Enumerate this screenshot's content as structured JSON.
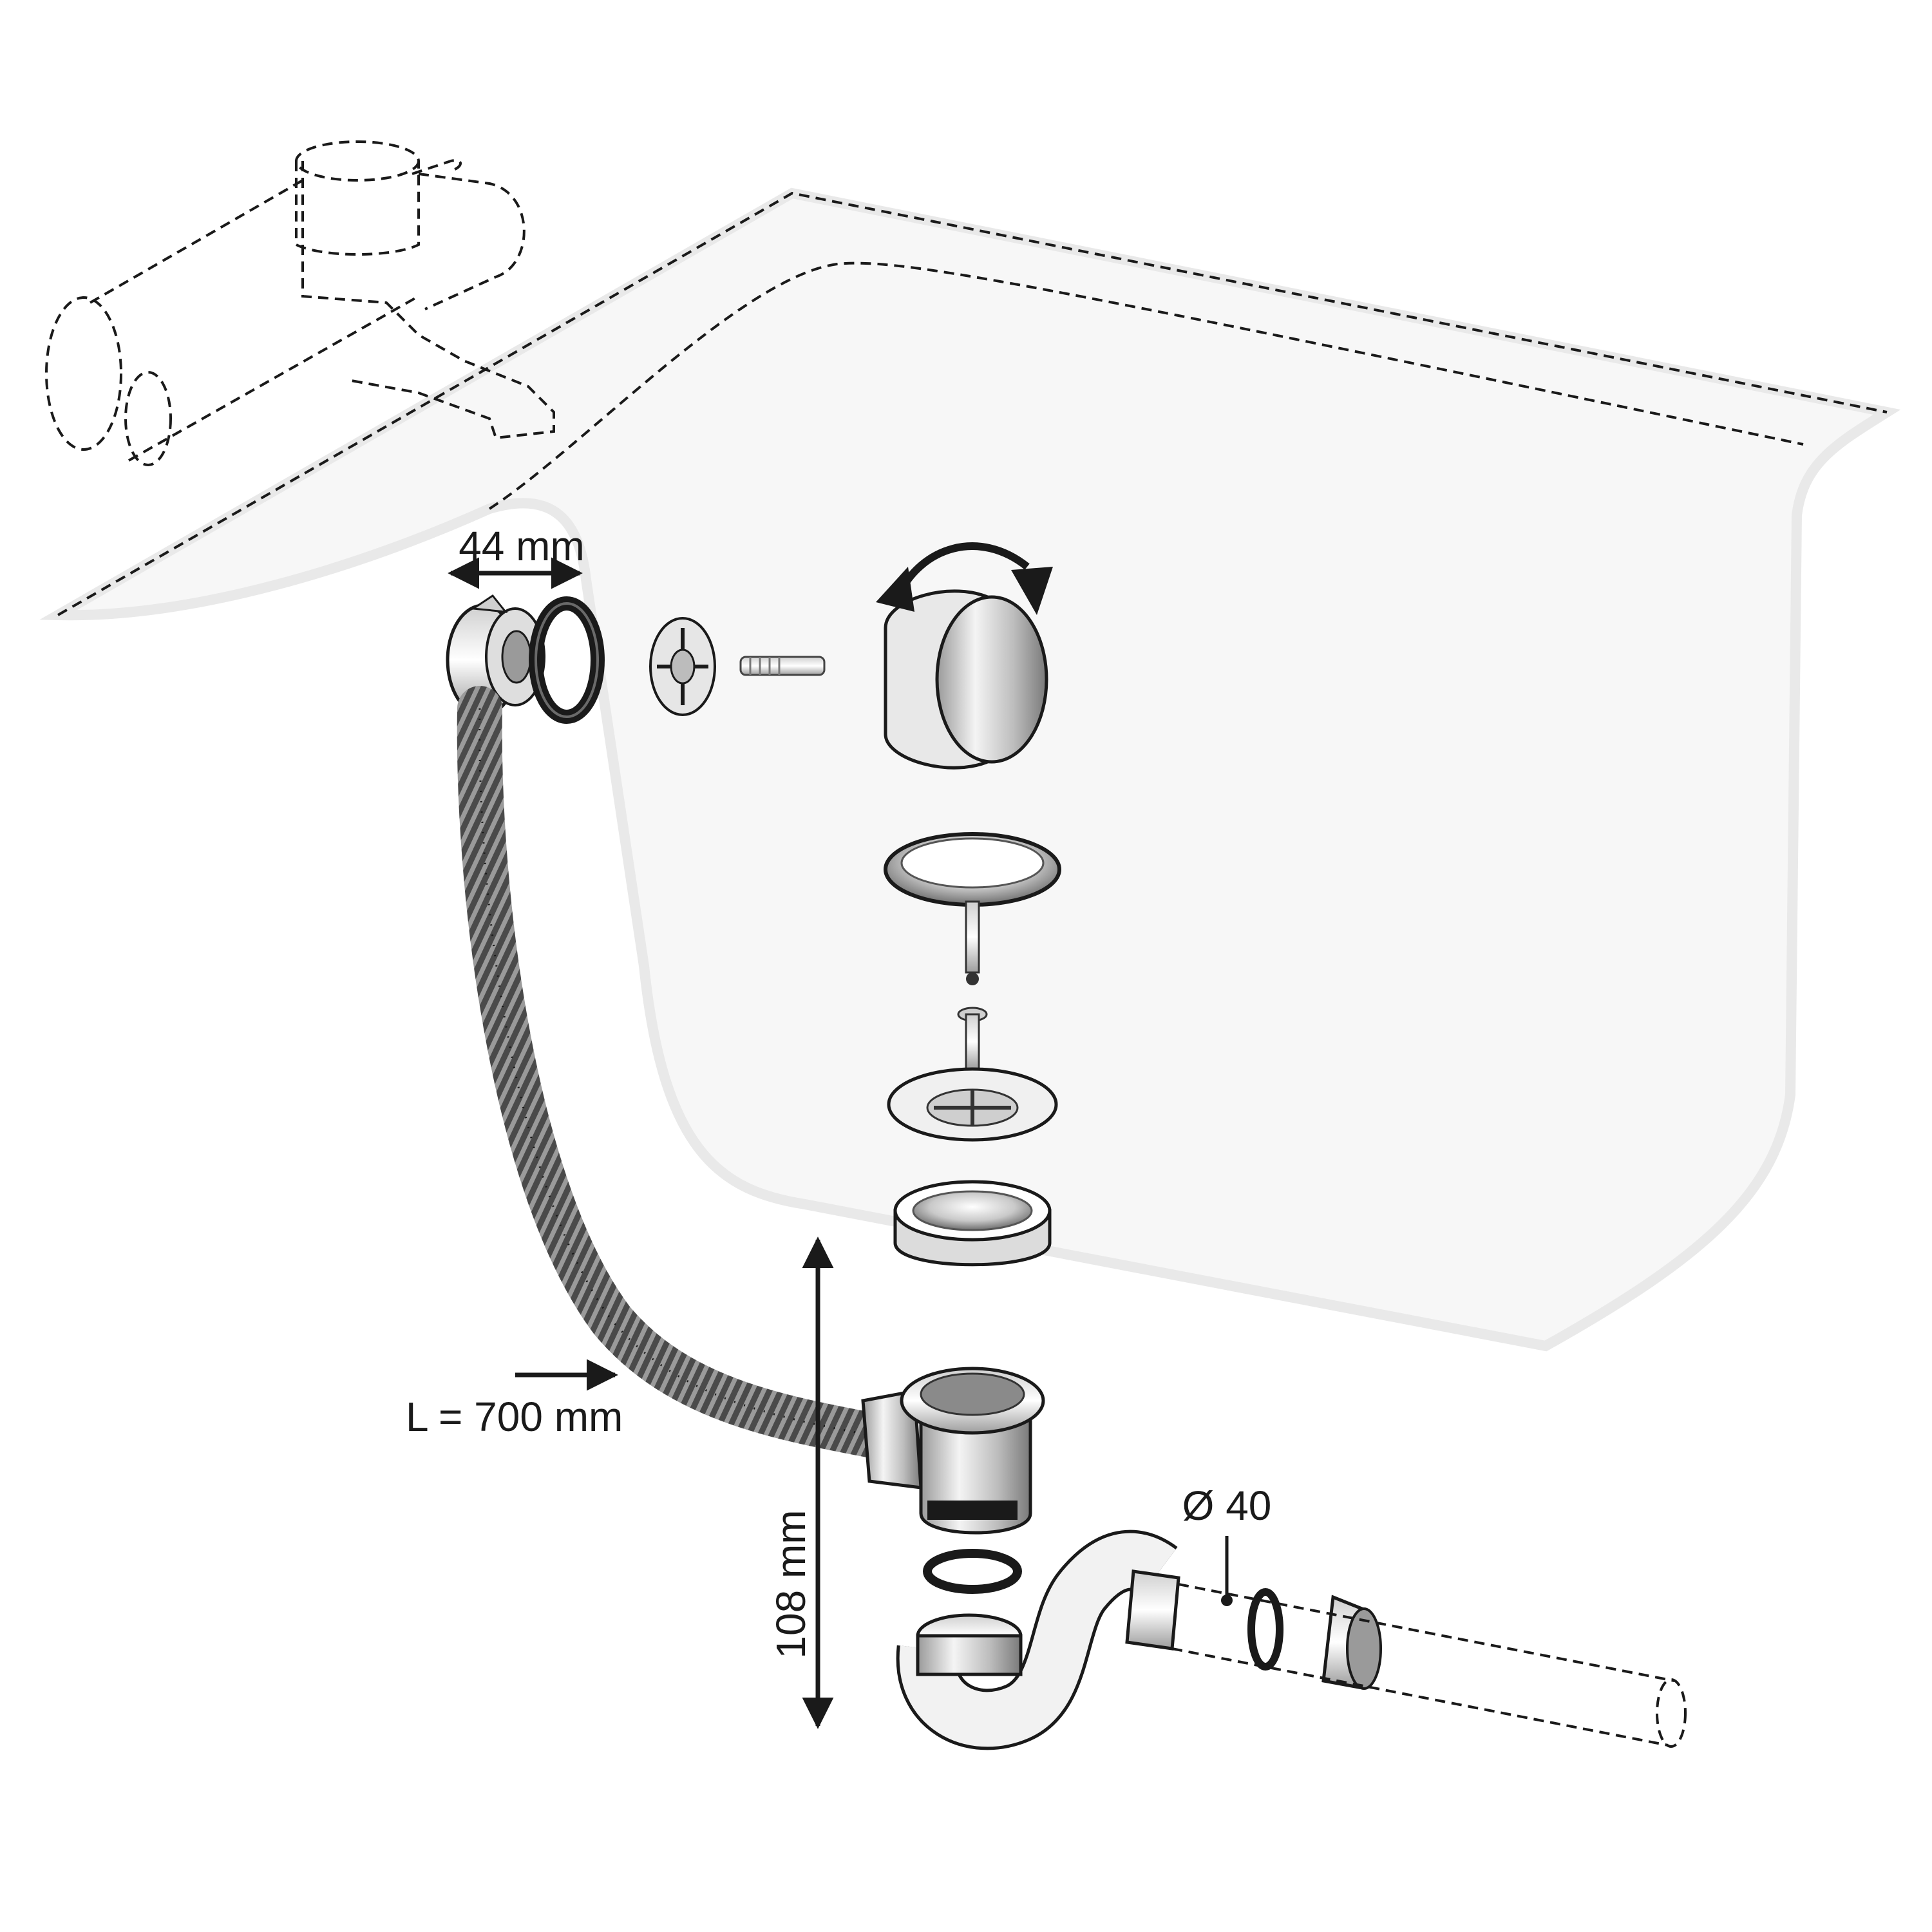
{
  "labels": {
    "overflow_width": "44 mm",
    "hose_length": "L = 700 mm",
    "drain_height": "108 mm",
    "pipe_diameter": "Ø 40"
  },
  "colors": {
    "line": "#1a1a1a",
    "bathtub_fill": "#f7f7f7",
    "bathtub_edge": "#e6e6e6",
    "metal_light": "#e8e8e8",
    "metal_mid": "#a8a8a8",
    "metal_dark": "#555555",
    "hose": "#3a3a3a",
    "gasket": "#1a1a1a"
  }
}
